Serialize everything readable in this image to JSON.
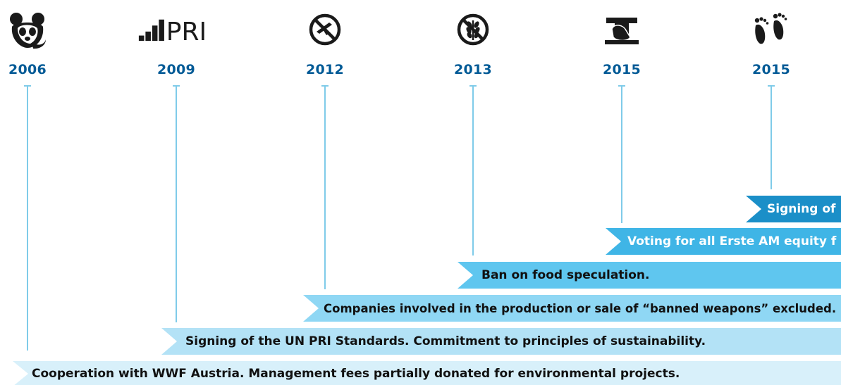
{
  "milestones": [
    {
      "year": "2006",
      "icon": "panda-icon"
    },
    {
      "year": "2009",
      "icon": "pri-logo-icon",
      "logo_text": "PRI"
    },
    {
      "year": "2012",
      "icon": "banned-weapons-icon"
    },
    {
      "year": "2013",
      "icon": "no-food-speculation-icon"
    },
    {
      "year": "2015",
      "icon": "voting-hand-icon"
    },
    {
      "year": "2015",
      "icon": "footprint-icon"
    }
  ],
  "bands": [
    {
      "text": "Signing of",
      "color": "#1b8fc8"
    },
    {
      "text": "Voting for all Erste AM equity f",
      "color": "#3fb5e6"
    },
    {
      "text": "Ban on food speculation.",
      "color": "#5fc6ef"
    },
    {
      "text": "Companies involved in the production or sale of “banned weapons” excluded.",
      "color": "#8fd7f4"
    },
    {
      "text": "Signing of the UN PRI Standards. Commitment to principles of sustainability.",
      "color": "#b3e2f6"
    },
    {
      "text": "Cooperation with WWF Austria. Management fees partially donated for environmental projects.",
      "color": "#d8f0fa"
    }
  ],
  "colors": {
    "year": "#005a96",
    "stem": "#7fcbe9",
    "icon": "#1a1a1a"
  }
}
